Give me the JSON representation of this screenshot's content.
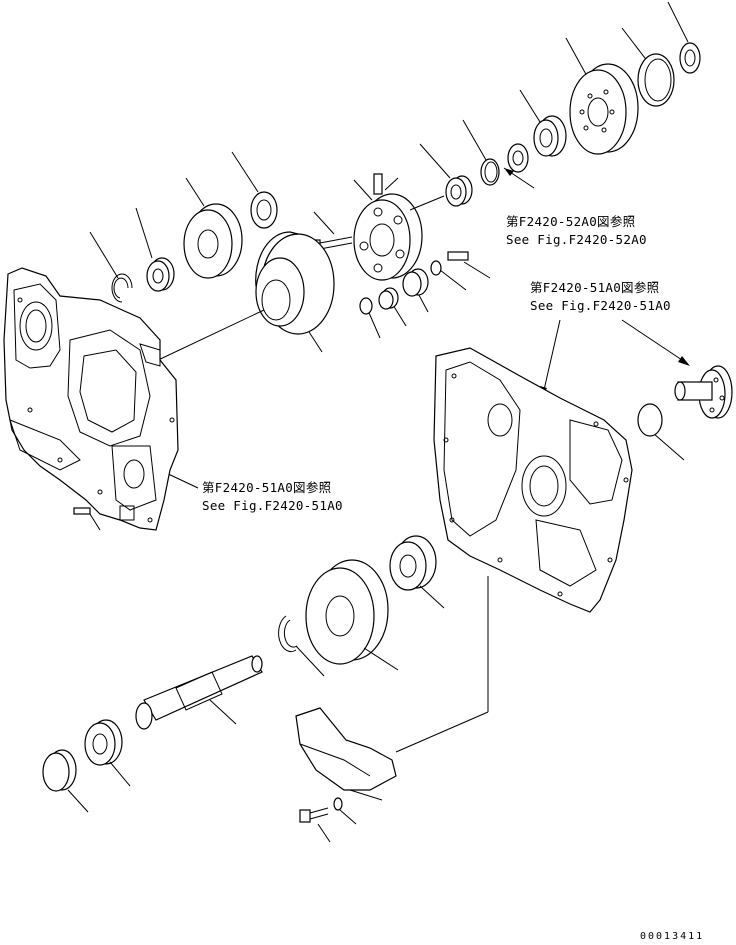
{
  "references": [
    {
      "jp": "第F2420-52A0図参照",
      "en": "See Fig.F2420-52A0"
    },
    {
      "jp": "第F2420-51A0図参照",
      "en": "See Fig.F2420-51A0"
    },
    {
      "jp": "第F2420-51A0図参照",
      "en": "See Fig.F2420-51A0"
    }
  ],
  "drawing_number": "00013411",
  "colors": {
    "line": "#000000",
    "background": "#ffffff"
  }
}
